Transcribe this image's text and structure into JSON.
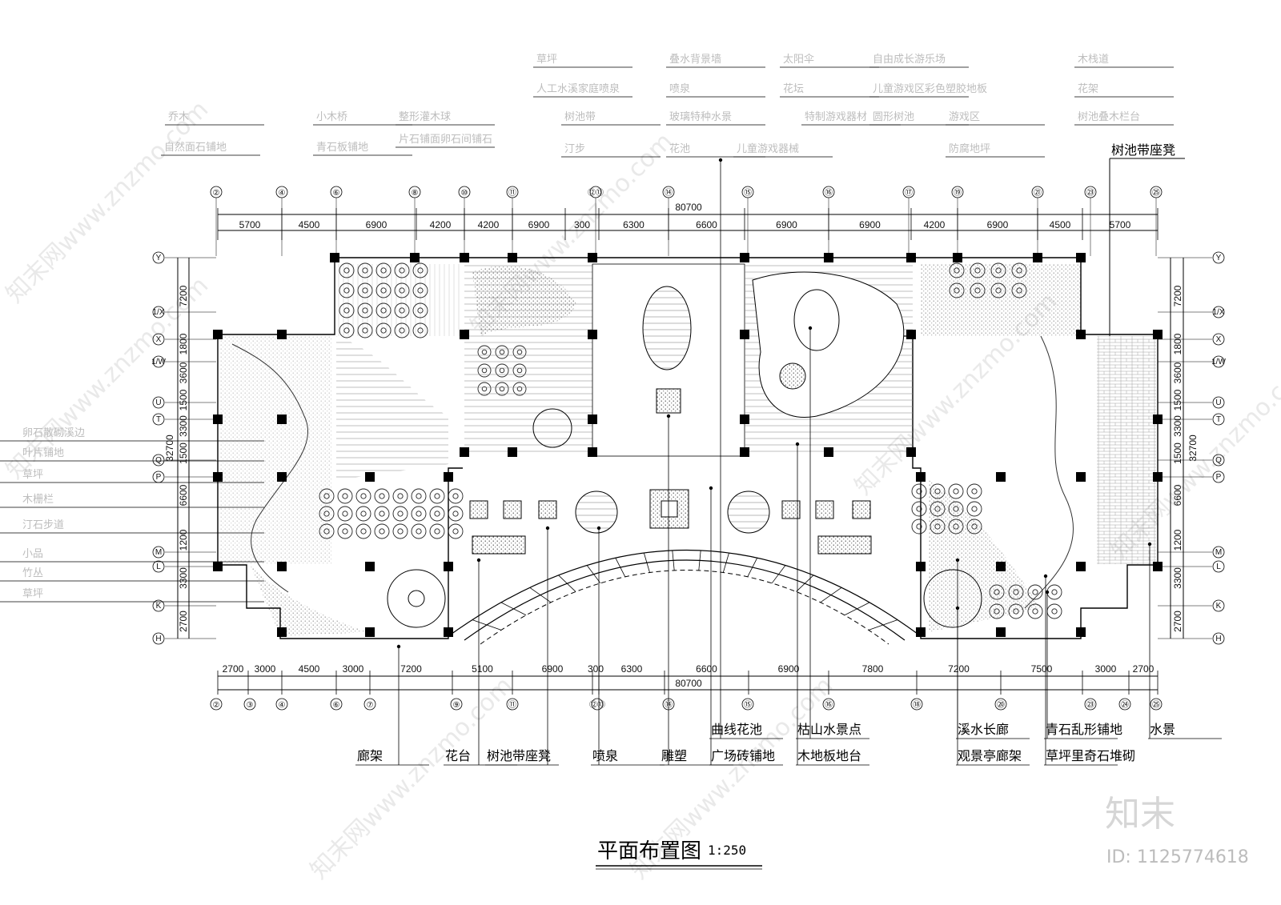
{
  "drawing": {
    "title": "平面布置图",
    "scale": "1:250",
    "total_width": "80700",
    "total_height": "32700",
    "brand": "知末",
    "id_label": "ID: 1125774618",
    "watermark": "知末网www.znzmo.com"
  },
  "axes": {
    "top": [
      "②",
      "④",
      "⑥",
      "⑧",
      "⑩",
      "⑪",
      "⑫⑬",
      "⑭",
      "⑮",
      "⑯",
      "⑰",
      "⑲",
      "㉑",
      "㉓",
      "㉕"
    ],
    "bottom": [
      "②",
      "③",
      "④",
      "⑥",
      "⑦",
      "⑨",
      "⑪",
      "⑫⑬",
      "⑭",
      "⑮",
      "⑯",
      "⑱",
      "⑳",
      "㉓",
      "㉔",
      "㉕"
    ],
    "rows": [
      "Y",
      "1/X",
      "X",
      "1/W",
      "U",
      "T",
      "Q",
      "P",
      "M",
      "L",
      "K",
      "H"
    ]
  },
  "dims": {
    "top": [
      "5700",
      "4500",
      "6900",
      "4200",
      "4200",
      "6900",
      "300",
      "6300",
      "6600",
      "6900",
      "6900",
      "4200",
      "6900",
      "4500",
      "5700"
    ],
    "bottom": [
      "2700",
      "3000",
      "4500",
      "3000",
      "7200",
      "5100",
      "6900",
      "300",
      "6300",
      "6600",
      "6900",
      "7800",
      "7200",
      "7500",
      "3000",
      "2700"
    ],
    "left": [
      "7200",
      "1800",
      "3600",
      "1500",
      "3300",
      "1500",
      "6600",
      "1200",
      "3300",
      "2700"
    ],
    "right": [
      "7200",
      "1800",
      "3600",
      "1500",
      "3300",
      "1500",
      "6600",
      "1200",
      "3300",
      "2700"
    ]
  },
  "labels": {
    "top_right": "树池带座凳",
    "bottom": [
      "廊架",
      "花台",
      "树池带座凳",
      "喷泉",
      "雕塑",
      "曲线花池",
      "广场砖铺地",
      "枯山水景点",
      "木地板地台",
      "溪水长廊",
      "观景亭廊架",
      "青石乱形铺地",
      "草坪里奇石堆砌",
      "水景"
    ],
    "faint_top": [
      "乔木",
      "自然面石铺地",
      "小木桥",
      "青石板铺地",
      "整形灌木球",
      "片石铺面卵石间铺石",
      "草坪",
      "人工水溪家庭喷泉",
      "树池带",
      "汀步",
      "叠水背景墙",
      "喷泉",
      "玻璃特种水景",
      "花池",
      "太阳伞",
      "花坛",
      "特制游戏器材",
      "儿童游戏器械",
      "游戏区",
      "防腐地坪",
      "自由成长游乐场",
      "儿童游戏区彩色塑胶地板",
      "木栈道",
      "花架",
      "树池叠木栏台",
      "圆形树池"
    ],
    "faint_left": [
      "卵石散砌溪边",
      "叶片铺地",
      "草坪",
      "木栅栏",
      "汀石步道",
      "小品",
      "竹丛",
      "草坪"
    ]
  }
}
